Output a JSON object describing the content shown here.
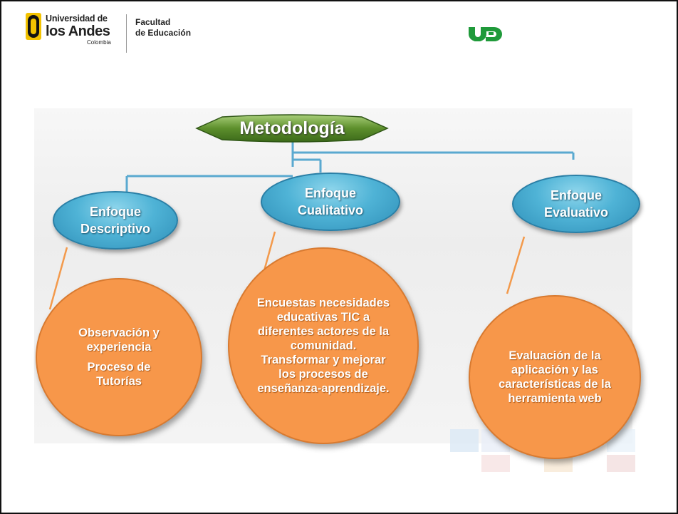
{
  "header": {
    "university_line1": "Universidad de",
    "university_line2": "los Andes",
    "university_line3": "Colombia",
    "faculty_line1": "Facultad",
    "faculty_line2": "de Educación",
    "ud_logo_icon": "ud-logo-icon"
  },
  "diagram": {
    "title": "Metodología",
    "approaches": [
      {
        "line1": "Enfoque",
        "line2": "Descriptivo"
      },
      {
        "line1": "Enfoque",
        "line2": "Cualitativo"
      },
      {
        "line1": "Enfoque",
        "line2": "Evaluativo"
      }
    ],
    "details": [
      {
        "text_a": "Observación y experiencia",
        "text_b": "Proceso de Tutorías"
      },
      {
        "text": "Encuestas necesidades educativas TIC  a diferentes actores de la comunidad. Transformar y mejorar los procesos de enseñanza-aprendizaje."
      },
      {
        "text": "Evaluación de la aplicación y las características de la herramienta web"
      }
    ]
  },
  "colors": {
    "title_oval": "#5a8a2a",
    "approach_oval": "#4fb3d6",
    "detail_circle": "#f7974a",
    "connector": "#5aa9d0",
    "orange_line": "#f39a4c"
  }
}
